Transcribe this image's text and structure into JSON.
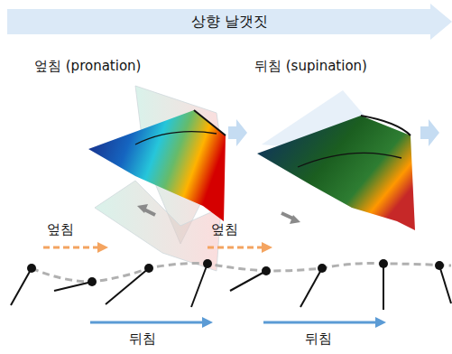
{
  "diagram": {
    "nodes": [
      {
        "text": [
          "상향 날갯짓"
        ]
      }
    ],
    "labels": [
      "엎침 (pronation)",
      "뒤침 (supination)",
      "엎침",
      "엎침",
      "뒤침",
      "뒤침"
    ]
  }
}
